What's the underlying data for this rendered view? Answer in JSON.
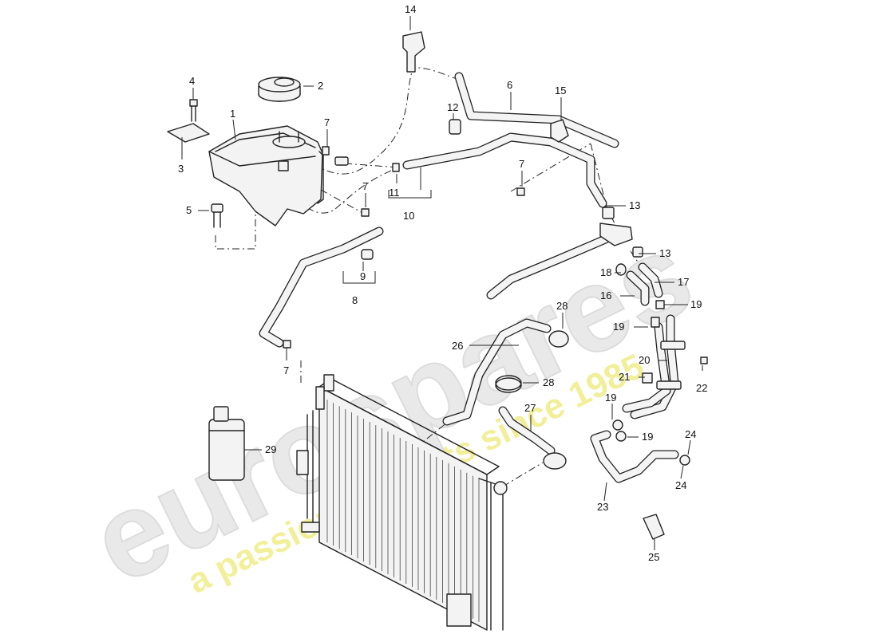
{
  "watermark": {
    "brand": "eurospares",
    "tagline": "a passion for parts since 1985",
    "brand_color": "#e9e9e9",
    "tagline_color": "#f2ef9a"
  },
  "callouts": [
    {
      "id": "c1",
      "text": "1"
    },
    {
      "id": "c2",
      "text": "2"
    },
    {
      "id": "c3",
      "text": "3"
    },
    {
      "id": "c4",
      "text": "4"
    },
    {
      "id": "c5",
      "text": "5"
    },
    {
      "id": "c6",
      "text": "6"
    },
    {
      "id": "c7a",
      "text": "7"
    },
    {
      "id": "c7b",
      "text": "7"
    },
    {
      "id": "c7c",
      "text": "7"
    },
    {
      "id": "c7d",
      "text": "7"
    },
    {
      "id": "c8",
      "text": "8"
    },
    {
      "id": "c9",
      "text": "9"
    },
    {
      "id": "c10",
      "text": "10"
    },
    {
      "id": "c11",
      "text": "11"
    },
    {
      "id": "c12",
      "text": "12"
    },
    {
      "id": "c13a",
      "text": "13"
    },
    {
      "id": "c13b",
      "text": "13"
    },
    {
      "id": "c14",
      "text": "14"
    },
    {
      "id": "c15",
      "text": "15"
    },
    {
      "id": "c16",
      "text": "16"
    },
    {
      "id": "c17",
      "text": "17"
    },
    {
      "id": "c18",
      "text": "18"
    },
    {
      "id": "c19a",
      "text": "19"
    },
    {
      "id": "c19b",
      "text": "19"
    },
    {
      "id": "c19c",
      "text": "19"
    },
    {
      "id": "c19d",
      "text": "19"
    },
    {
      "id": "c20",
      "text": "20"
    },
    {
      "id": "c21",
      "text": "21"
    },
    {
      "id": "c22",
      "text": "22"
    },
    {
      "id": "c23",
      "text": "23"
    },
    {
      "id": "c24a",
      "text": "24"
    },
    {
      "id": "c24b",
      "text": "24"
    },
    {
      "id": "c25",
      "text": "25"
    },
    {
      "id": "c26",
      "text": "26"
    },
    {
      "id": "c27",
      "text": "27"
    },
    {
      "id": "c28a",
      "text": "28"
    },
    {
      "id": "c28b",
      "text": "28"
    },
    {
      "id": "c29",
      "text": "29"
    }
  ]
}
